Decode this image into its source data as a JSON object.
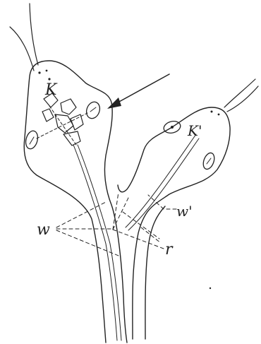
{
  "labels": {
    "K": "K",
    "K_prime": "K'",
    "w": "w",
    "w_prime": "w'",
    "r": "r"
  },
  "colors": {
    "ink": "#222222",
    "background": "#ffffff"
  }
}
